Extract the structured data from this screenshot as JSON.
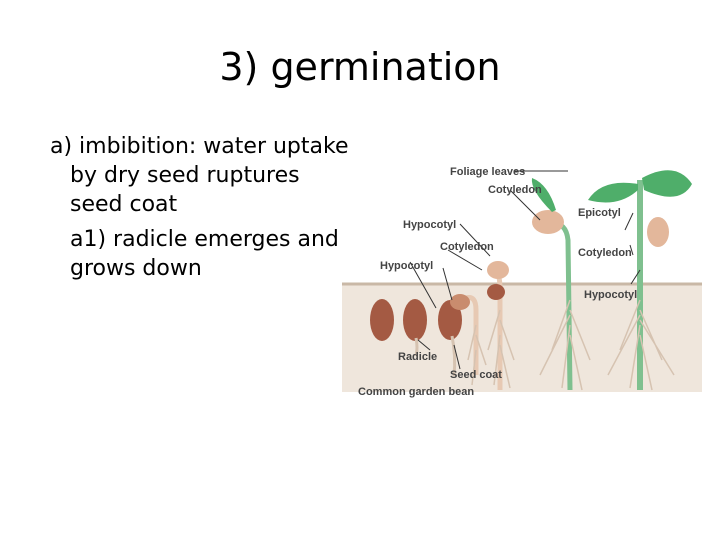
{
  "slide": {
    "title": "3) germination",
    "bullet_main": "a) imbibition: water uptake by dry seed ruptures seed coat",
    "bullet_sub": "a1) radicle emerges and grows down"
  },
  "diagram": {
    "labels": {
      "foliage_leaves": "Foliage leaves",
      "cotyledon_top": "Cotyledon",
      "hypocotyl_upper": "Hypocotyl",
      "cotyledon_mid": "Cotyledon",
      "hypocotyl_left": "Hypocotyl",
      "epicotyl": "Epicotyl",
      "cotyledon_right": "Cotyledon",
      "hypocotyl_right": "Hypocotyl",
      "radicle": "Radicle",
      "seed_coat": "Seed coat",
      "caption": "Common garden bean"
    },
    "colors": {
      "soil": "#efe6dc",
      "soil_line": "#c9b8a6",
      "seed": "#a45a43",
      "seed_light": "#c98c6e",
      "stem": "#7fc08f",
      "leaf": "#4fae6a",
      "cotyledon": "#e3b79b",
      "root": "#d6c3b1"
    }
  }
}
